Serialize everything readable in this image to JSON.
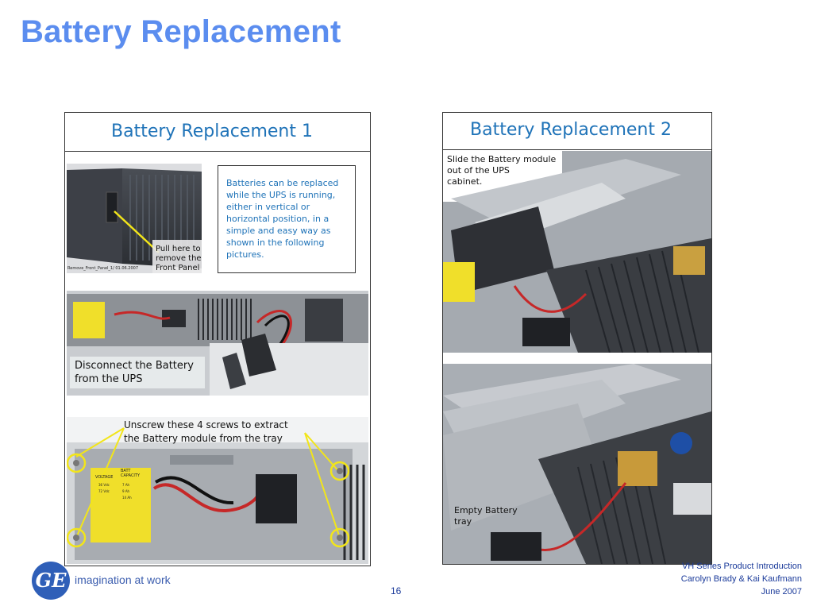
{
  "slide": {
    "title": "Battery Replacement",
    "page_number": "16"
  },
  "panel1": {
    "title": "Battery Replacement 1",
    "pull_caption": "Pull here to\nremove the\nFront Panel",
    "image_stamp": "Remove_Front_Panel_1/ 01.06.2007",
    "info_text": "Batteries can be replaced while the UPS is running, either in vertical or horizontal position, in a simple and easy way as shown in the following pictures.",
    "disconnect_caption": "Disconnect the Battery\nfrom the UPS",
    "unscrew_caption": "Unscrew these 4 screws to extract\nthe Battery module from the tray"
  },
  "panel2": {
    "title": "Battery Replacement 2",
    "slide_caption": "Slide the Battery module\nout of the UPS\ncabinet.",
    "empty_caption": "Empty Battery\ntray"
  },
  "label_text": {
    "voltage_header": "VOLTAGE",
    "capacity_header": "BATT\nCAPACITY",
    "v1": "36 Vdc",
    "v2": "72 Vdc",
    "c1": "7 Ah",
    "c2": "9 Ah",
    "c3": "14 Ah"
  },
  "footer": {
    "logo_tagline": "imagination at work",
    "logo_mark": "GE",
    "line1": "VH Series Product Introduction",
    "line2": "Carolyn Brady & Kai Kaufmann",
    "line3": "June 2007"
  },
  "colors": {
    "title_blue": "#5b8def",
    "panel_title_blue": "#1f73b8",
    "footer_blue": "#1a3a9a",
    "callout_yellow": "#f2e51a"
  }
}
